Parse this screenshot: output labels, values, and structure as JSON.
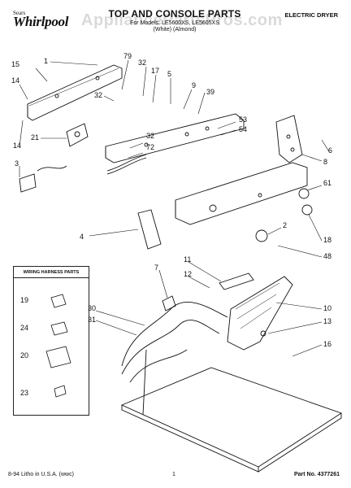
{
  "header": {
    "brand_sub": "Sears",
    "brand": "Whirlpool",
    "title": "TOP AND CONSOLE PARTS",
    "models": "For Models: LE5600XS, LE5605XS",
    "finish": "(White)      (Almond)",
    "doc_type": "ELECTRIC DRYER",
    "watermark": "AppliancePartsPros.com"
  },
  "legend": {
    "title": "WIRING HARNESS PARTS",
    "items": [
      "19",
      "24",
      "20",
      "23"
    ]
  },
  "callouts": [
    "1",
    "79",
    "32",
    "17",
    "5",
    "9",
    "15",
    "14",
    "32",
    "39",
    "53",
    "54",
    "21",
    "32",
    "72",
    "6",
    "14",
    "3",
    "8",
    "61",
    "2",
    "4",
    "18",
    "48",
    "7",
    "11",
    "12",
    "30",
    "31",
    "10",
    "13",
    "16"
  ],
  "footer": {
    "left": "8-94 Litho in U.S.A. (wwc)",
    "center": "1",
    "right": "Part No. 4377261"
  },
  "colors": {
    "ink": "#111111",
    "watermark": "#969696"
  }
}
